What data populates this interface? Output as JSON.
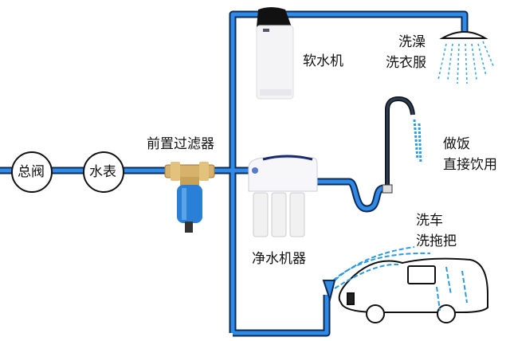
{
  "labels": {
    "main_valve": "总阀",
    "water_meter": "水表",
    "pre_filter": "前置过滤器",
    "softener": "软水机",
    "shower_line1": "洗澡",
    "shower_line2": "洗衣服",
    "cooking_line1": "做饭",
    "cooking_line2": "直接饮用",
    "purifier": "净水机器",
    "car_line1": "洗车",
    "car_line2": "洗拖把"
  },
  "colors": {
    "pipe": "#2f8ae8",
    "pipe_outline": "#0d2a55",
    "filter_blue": "#2a7fd6",
    "brass": "#d8b26a"
  }
}
